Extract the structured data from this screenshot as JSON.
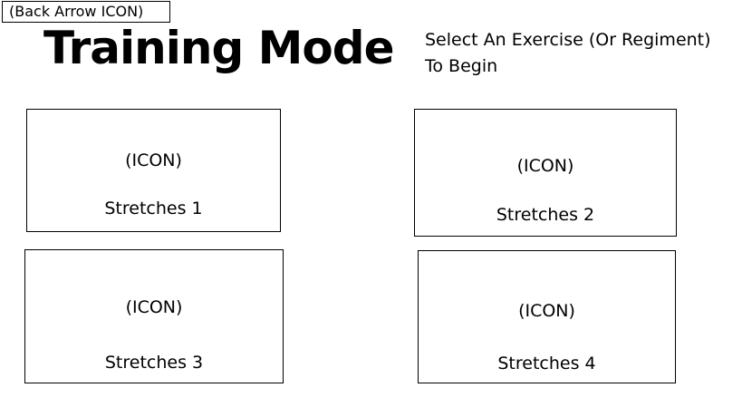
{
  "header": {
    "back_button_label": "(Back Arrow ICON)",
    "title": "Training Mode",
    "instruction_line1": "Select An Exercise (Or Regiment)",
    "instruction_line2": "To Begin"
  },
  "exercises": [
    {
      "icon_placeholder": "(ICON)",
      "label": "Stretches 1"
    },
    {
      "icon_placeholder": "(ICON)",
      "label": "Stretches 2"
    },
    {
      "icon_placeholder": "(ICON)",
      "label": "Stretches 3"
    },
    {
      "icon_placeholder": "(ICON)",
      "label": "Stretches 4"
    }
  ]
}
